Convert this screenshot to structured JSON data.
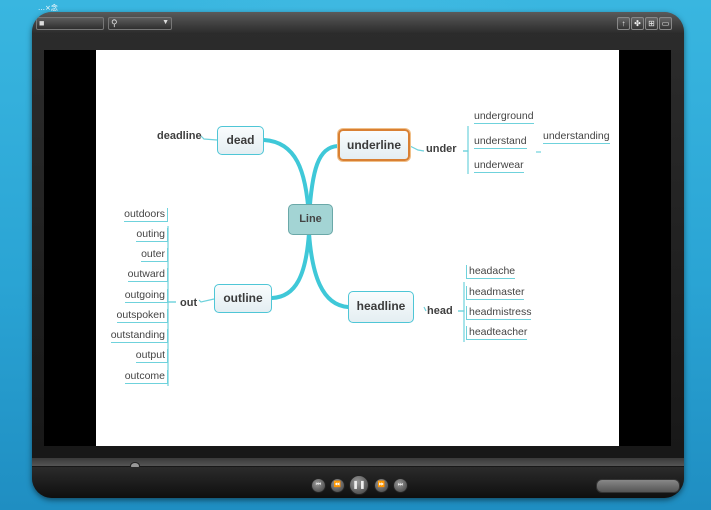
{
  "top_label": "…×念",
  "toolbar": {
    "search_icon": "search-icon",
    "dropdown_icon": "chevron-down-icon"
  },
  "window_controls": [
    "↑",
    "✤",
    "⊞",
    "▭"
  ],
  "mindmap": {
    "center": "Line",
    "dead": {
      "node": "dead",
      "label": "deadline"
    },
    "underline": {
      "node": "underline",
      "label": "under",
      "leaves": [
        "underground",
        "understand",
        "underwear"
      ],
      "sub": "understanding"
    },
    "outline": {
      "node": "outline",
      "label": "out",
      "leaves": [
        "outdoors",
        "outing",
        "outer",
        "outward",
        "outgoing",
        "outspoken",
        "outstanding",
        "output",
        "outcome"
      ]
    },
    "headline": {
      "node": "headline",
      "label": "head",
      "leaves": [
        "headache",
        "headmaster",
        "headmistress",
        "headteacher"
      ]
    }
  },
  "controls": {
    "prev": "⏮",
    "rewind": "⏪",
    "pause": "❚❚",
    "forward": "⏩",
    "next": "⏭"
  },
  "accent": {
    "branch": "#3fc8d8",
    "selected": "#d98033",
    "center": "#a3d4d4"
  }
}
